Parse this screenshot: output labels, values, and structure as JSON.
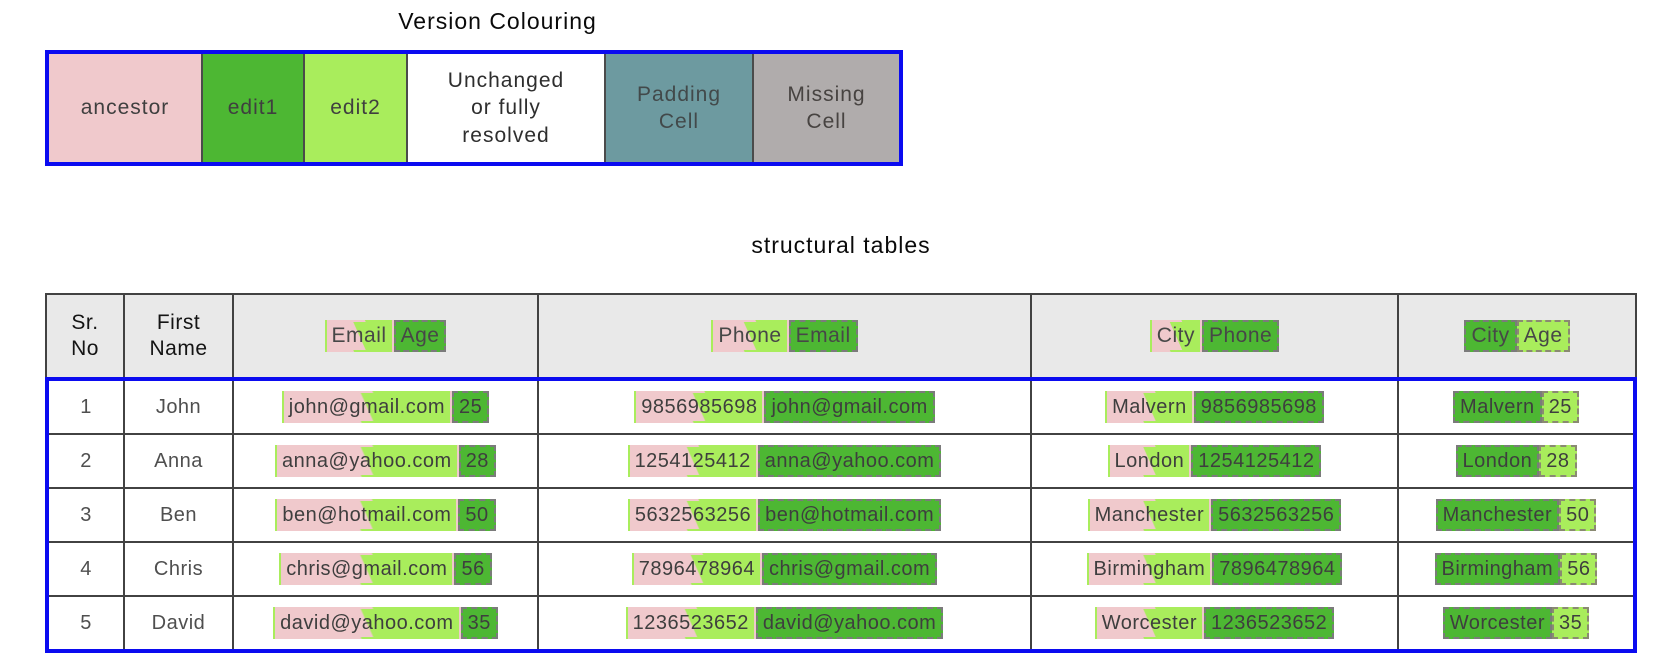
{
  "colors": {
    "pink": "#f0c9cc",
    "edit1": "#4db733",
    "edit2": "#a9ed5c",
    "unchanged": "#ffffff",
    "padding_cell": "#6d9aa0",
    "missing_cell": "#b0acac",
    "blue": "#0b0bf0",
    "table_border": "#424242",
    "header_bg": "#e9e9e9"
  },
  "legend": {
    "title": "Version Colouring",
    "cells": {
      "ancestor": "ancestor",
      "edit1": "edit1",
      "edit2": "edit2",
      "unchanged": "Unchanged\nor fully\nresolved",
      "padding": "Padding\nCell",
      "missing": "Missing\nCell"
    }
  },
  "table": {
    "title": "structural tables",
    "col_headers": {
      "sr": "Sr.\nNo",
      "first_name": "First\nName",
      "c3a": "Email",
      "c3b": "Age",
      "c4a": "Phone",
      "c4b": "Email",
      "c5a": "City",
      "c5b": "Phone",
      "c6a": "City",
      "c6b": "Age"
    },
    "rows": [
      {
        "sr": "1",
        "first_name": "John",
        "email": "john@gmail.com",
        "age": "25",
        "phone": "9856985698",
        "city": "Malvern"
      },
      {
        "sr": "2",
        "first_name": "Anna",
        "email": "anna@yahoo.com",
        "age": "28",
        "phone": "1254125412",
        "city": "London"
      },
      {
        "sr": "3",
        "first_name": "Ben",
        "email": "ben@hotmail.com",
        "age": "50",
        "phone": "5632563256",
        "city": "Manchester"
      },
      {
        "sr": "4",
        "first_name": "Chris",
        "email": "chris@gmail.com",
        "age": "56",
        "phone": "7896478964",
        "city": "Birmingham"
      },
      {
        "sr": "5",
        "first_name": "David",
        "email": "david@yahoo.com",
        "age": "35",
        "phone": "1236523652",
        "city": "Worcester"
      }
    ]
  }
}
